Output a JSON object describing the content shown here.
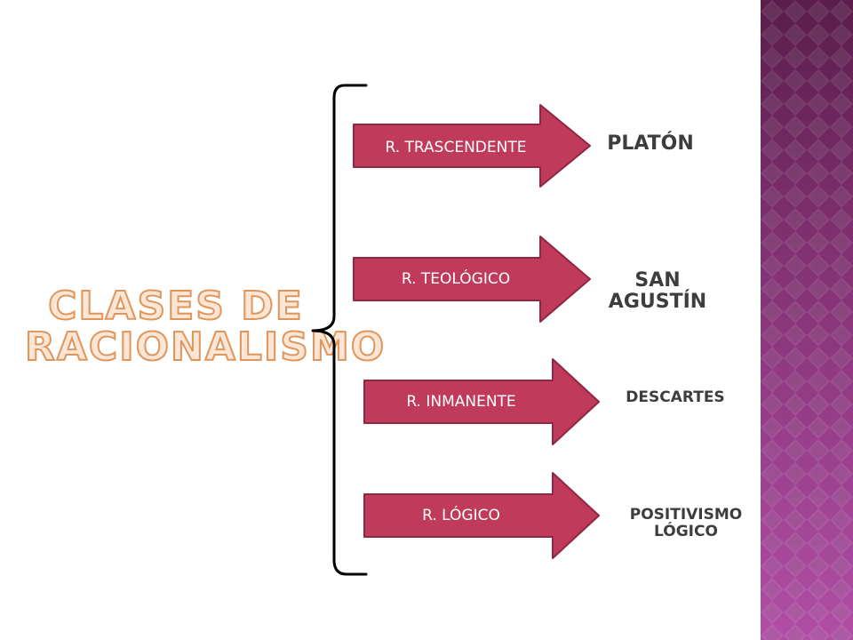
{
  "title": {
    "line1": "Clases de",
    "line2": "racionalismo"
  },
  "rows": [
    {
      "label": "R. TRASCENDENTE",
      "result": [
        "PLATÓN"
      ]
    },
    {
      "label": "R. TEOLÓGICO",
      "result": [
        "SAN",
        "AGUSTÍN"
      ]
    },
    {
      "label": "R. INMANENTE",
      "result": [
        "DESCARTES"
      ]
    },
    {
      "label": "R. LÓGICO",
      "result": [
        "POSITIVISMO",
        "LÓGICO"
      ]
    }
  ],
  "colors": {
    "arrow_fill": "#c03a5c",
    "arrow_stroke": "#8e2742",
    "title_fill": "#fbe6d6",
    "title_outline": "#e0955a",
    "result_text": "#3d3d3d",
    "pattern_dark": "#6b2a5c",
    "pattern_light": "#a9479a"
  }
}
